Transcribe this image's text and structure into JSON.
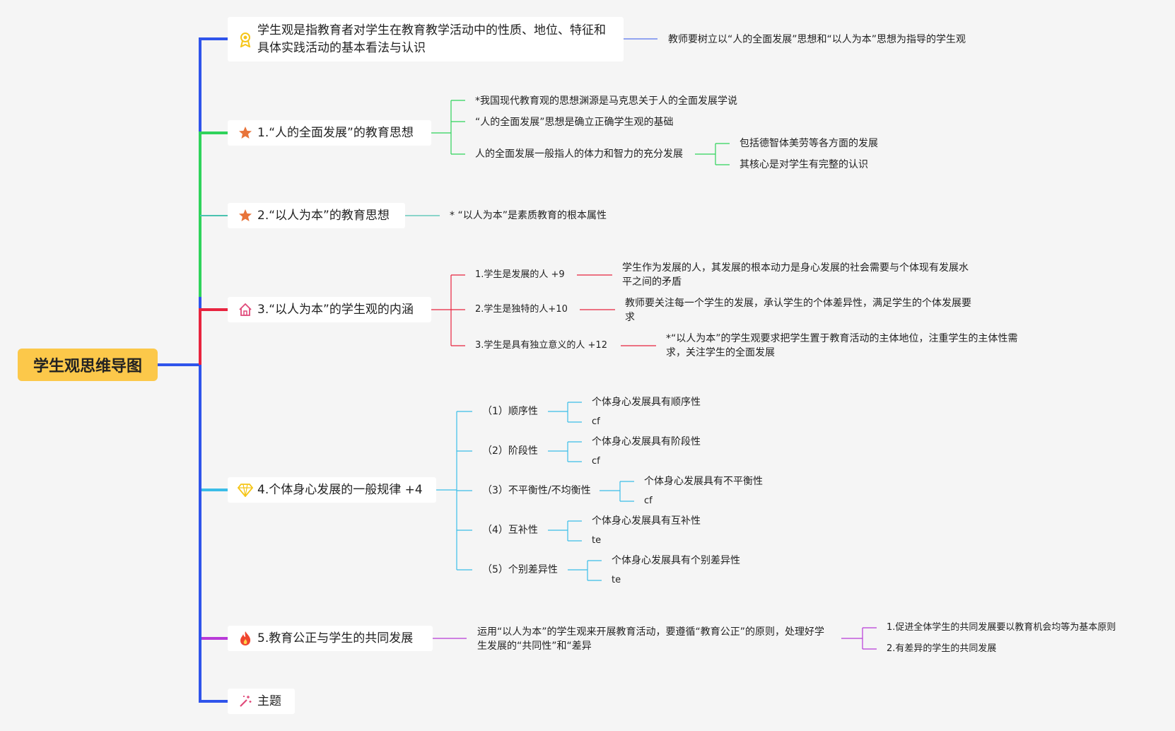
{
  "root": "学生观思维导图",
  "topics": [
    {
      "label": "学生观是指教育者对学生在教育教学活动中的性质、地位、特征和具体实践活动的基本看法与认识",
      "icon": "award-ribbon-icon",
      "color": "#2f54eb",
      "children": [
        "教师要树立以“人的全面发展”思想和“以人为本”思想为指导的学生观"
      ]
    },
    {
      "label": "1.“人的全面发展”的教育思想",
      "icon": "star-icon",
      "color": "#2fd35b",
      "children": [
        "*我国现代教育观的思想渊源是马克思关于人的全面发展学说",
        "“人的全面发展”思想是确立正确学生观的基础",
        "人的全面发展一般指人的体力和智力的充分发展"
      ],
      "grandchildren": [
        "包括德智体美劳等各方面的发展",
        "其核心是对学生有完整的认识"
      ]
    },
    {
      "label": "2.“以人为本”的教育思想",
      "icon": "star-icon",
      "color": "#4ac2b0",
      "children": [
        "* “以人为本”是素质教育的根本属性"
      ]
    },
    {
      "label": "3.“以人为本”的学生观的内涵",
      "icon": "home-icon",
      "color": "#e8243f",
      "children": [
        "1.学生是发展的人 +9",
        "2.学生是独特的人+10",
        "3.学生是具有独立意义的人 +12"
      ],
      "details": [
        "学生作为发展的人，其发展的根本动力是身心发展的社会需要与个体现有发展水平之间的矛盾",
        "教师要关注每一个学生的发展，承认学生的个体差异性，满足学生的个体发展要求",
        "*“以人为本”的学生观要求把学生置于教育活动的主体地位，注重学生的主体性需求，关注学生的全面发展"
      ]
    },
    {
      "label": "4.个体身心发展的一般规律 +4",
      "icon": "diamond-icon",
      "color": "#3bbde8",
      "children": [
        {
          "label": "（1）顺序性",
          "sub": [
            "个体身心发展具有顺序性",
            "cf"
          ]
        },
        {
          "label": "（2）阶段性",
          "sub": [
            "个体身心发展具有阶段性",
            "cf"
          ]
        },
        {
          "label": "（3）不平衡性/不均衡性",
          "sub": [
            "个体身心发展具有不平衡性",
            "cf"
          ]
        },
        {
          "label": "（4）互补性",
          "sub": [
            "个体身心发展具有互补性",
            "te"
          ]
        },
        {
          "label": "（5）个别差异性",
          "sub": [
            "个体身心发展具有个别差异性",
            "te"
          ]
        }
      ]
    },
    {
      "label": "5.教育公正与学生的共同发展",
      "icon": "fire-icon",
      "color": "#b83ad8",
      "children": [
        "运用“以人为本”的学生观来开展教育活动，要遵循“教育公正”的原则，处理好学生发展的“共同性”和“差异"
      ],
      "grandchildren": [
        "1.促进全体学生的共同发展要以教育机会均等为基本原则",
        "2.有差异的学生的共同发展"
      ]
    },
    {
      "label": "主题",
      "icon": "magic-wand-icon",
      "color": "#2f54eb",
      "children": []
    }
  ],
  "colors": {
    "root_bg": "#fcc84a",
    "trunk_blue": "#2f54eb",
    "green": "#2fd35b",
    "teal": "#4ac2b0",
    "red": "#e8243f",
    "cyan": "#3bbde8",
    "purple": "#b83ad8"
  }
}
